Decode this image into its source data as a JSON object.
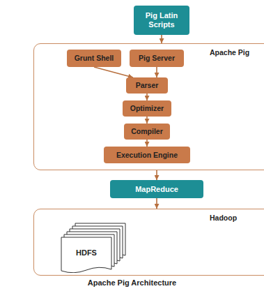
{
  "diagram": {
    "caption": "Apache Pig Architecture",
    "nodes": [
      {
        "text": [
          "Pig Latin Scripts"
        ]
      },
      {
        "text": [
          "Apache Pig"
        ]
      },
      {
        "text": [
          "Grunt Shell"
        ],
        "in": 1
      },
      {
        "text": [
          "Pig Server"
        ],
        "in": 1
      },
      {
        "text": [
          "Parser"
        ],
        "in": 1
      },
      {
        "text": [
          "Optimizer"
        ],
        "in": 1
      },
      {
        "text": [
          "Compiler"
        ],
        "in": 1
      },
      {
        "text": [
          "Execution Engine"
        ],
        "in": 1
      },
      {
        "text": [
          "MapReduce"
        ]
      },
      {
        "text": [
          "Hadoop"
        ]
      },
      {
        "text": [
          "HDFS"
        ],
        "in": 9
      }
    ],
    "edges": [
      {
        "from": 0,
        "to": 1,
        "arrow": "to"
      },
      {
        "from": 2,
        "to": 4,
        "arrow": "to"
      },
      {
        "from": 3,
        "to": 4,
        "arrow": "to"
      },
      {
        "from": 4,
        "to": 5,
        "arrow": "to"
      },
      {
        "from": 5,
        "to": 6,
        "arrow": "to"
      },
      {
        "from": 6,
        "to": 7,
        "arrow": "to"
      },
      {
        "from": 1,
        "to": 8,
        "arrow": "to"
      },
      {
        "from": 8,
        "to": 9,
        "arrow": "to"
      }
    ]
  }
}
